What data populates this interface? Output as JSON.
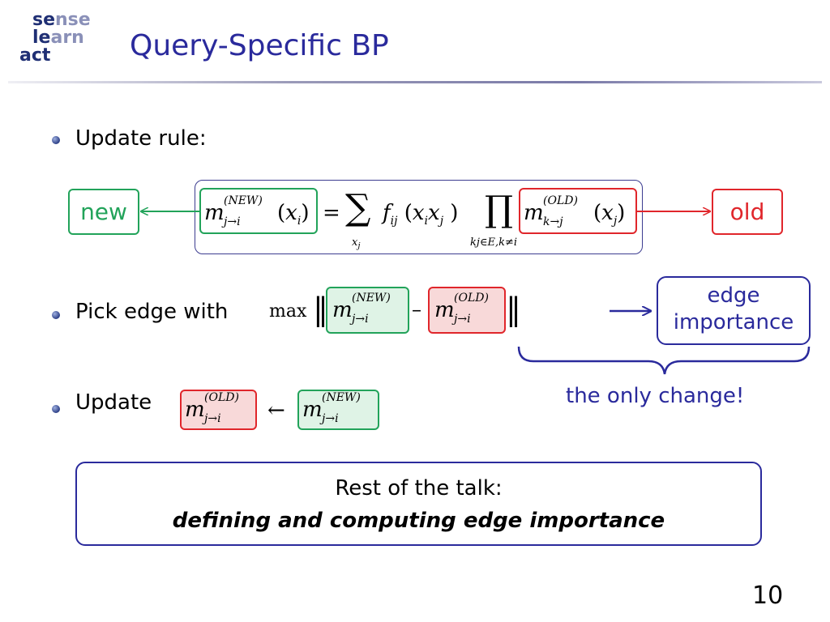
{
  "logo": {
    "line1_a": "se",
    "line1_b": "nse",
    "line2_a": "le",
    "line2_b": "arn",
    "line3_a": "act"
  },
  "title": "Query-Specific BP",
  "bullets": [
    {
      "label": "Update rule:"
    },
    {
      "label": "Pick edge with"
    },
    {
      "label": "Update"
    }
  ],
  "equation": {
    "m": "m",
    "new_sup": "(NEW)",
    "old_sup": "(OLD)",
    "lhs_sub": "j→i",
    "lhs_arg": "(x",
    "lhs_arg_sub": "i",
    "close": ")",
    "equals": "=",
    "sum": "∑",
    "sum_sub": "x",
    "sum_sub_sub": "j",
    "f": "f",
    "f_sub": "ij",
    "f_arg": "(x",
    "f_arg_sub_i": "i",
    "f_arg_x": "x",
    "f_arg_sub_j": "j",
    "prod": "∏",
    "prod_sub": "kj∈E,k≠i",
    "rhs_sub": "k→j",
    "rhs_arg": "(x",
    "rhs_arg_sub": "j"
  },
  "labels": {
    "new": "new",
    "old": "old"
  },
  "pick": {
    "max": "max",
    "norm_l": "‖",
    "norm_r": "‖",
    "minus": "–",
    "m": "m",
    "new_sup": "(NEW)",
    "old_sup": "(OLD)",
    "sub": "j→i"
  },
  "update": {
    "m": "m",
    "old_sup": "(OLD)",
    "new_sup": "(NEW)",
    "sub": "j→i",
    "arrow": "←"
  },
  "importance": {
    "line1": "edge",
    "line2": "importance",
    "arrow": "⟶"
  },
  "only_change": "the only change!",
  "rest": {
    "line1": "Rest of the talk:",
    "line2": "defining and computing edge importance"
  },
  "page_number": "10",
  "colors": {
    "title": "#2a2a9c",
    "green": "#22a35a",
    "red": "#e0262b",
    "navy": "#2a2a9c"
  }
}
